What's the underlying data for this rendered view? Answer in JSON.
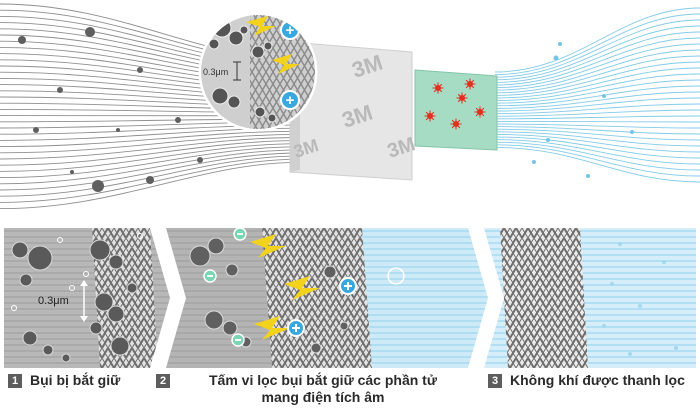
{
  "diagram": {
    "top": {
      "brand": "3M",
      "size_label": "0.3μm",
      "colors": {
        "dirty_stream": "#7b7b7b",
        "clean_stream": "#74c5e6",
        "carbon": "#a6dbc4",
        "germ": "#e0301e",
        "charge": "#39a8df",
        "spark": "#f2d21b"
      }
    },
    "bottom": {
      "size_label": "0.3μm",
      "panel_icons": [
        "dust-particle-icon",
        "positive-charge-icon",
        "negative-charge-icon",
        "lightning-icon",
        "chevron-arrow-icon"
      ]
    },
    "captions": [
      {
        "number": "1",
        "text": "Bụi bị bắt giữ"
      },
      {
        "number": "2",
        "text": "Tấm vi lọc bụi bắt giữ các phần tử mang điện tích âm"
      },
      {
        "number": "3",
        "text": "Không khí được thanh lọc"
      }
    ]
  }
}
